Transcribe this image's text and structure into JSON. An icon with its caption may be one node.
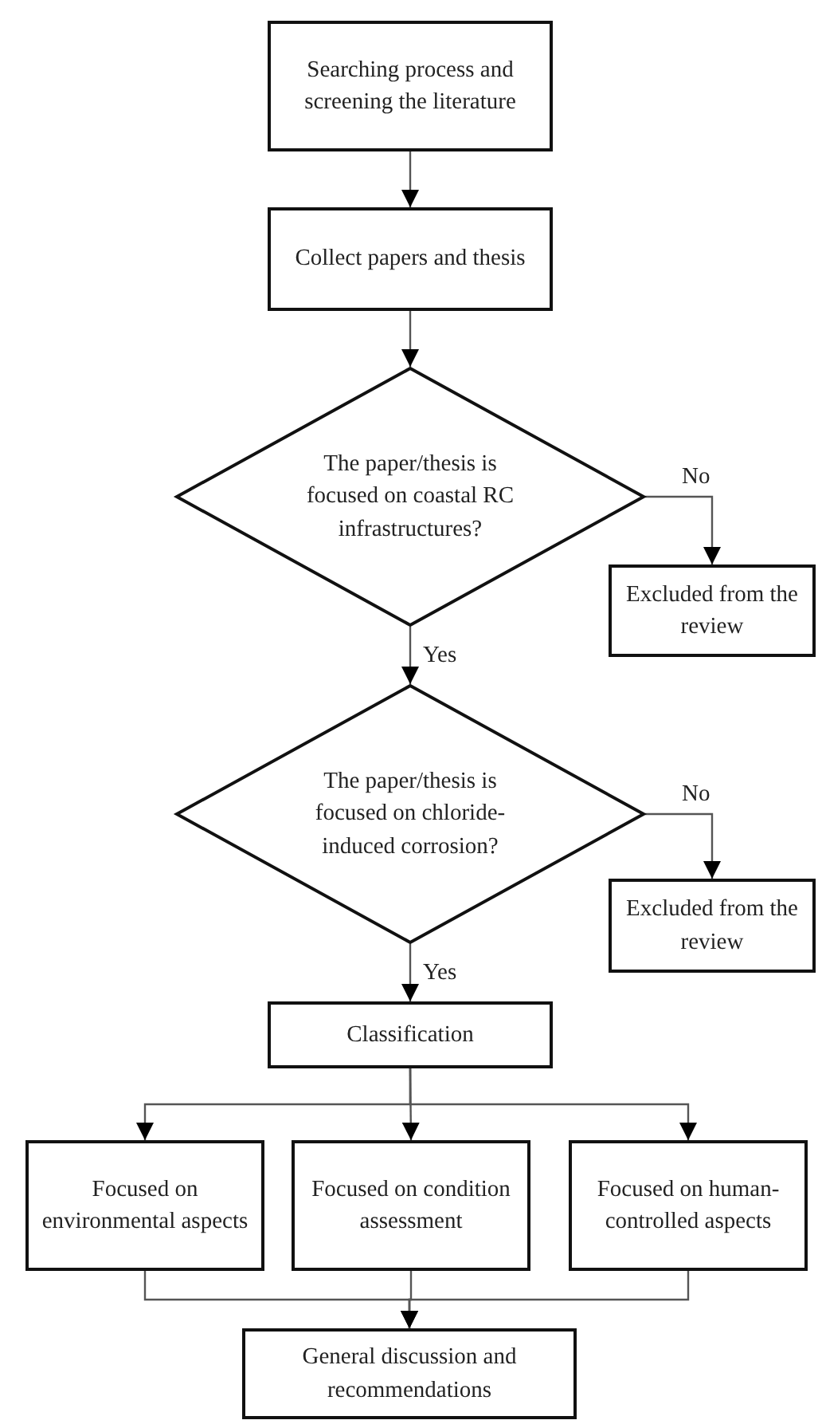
{
  "diagram": {
    "nodes": [
      {
        "text": [
          "Searching process and screening the literature"
        ]
      },
      {
        "text": [
          "Collect papers and thesis"
        ]
      },
      {
        "text": [
          "The paper/thesis is focused on coastal RC infrastructures?"
        ]
      },
      {
        "text": [
          "Excluded from the review"
        ]
      },
      {
        "text": [
          "The paper/thesis is focused on chloride-induced corrosion?"
        ]
      },
      {
        "text": [
          "Excluded from the review"
        ]
      },
      {
        "text": [
          "Classification"
        ]
      },
      {
        "text": [
          "Focused on environmental aspects"
        ]
      },
      {
        "text": [
          "Focused on condition assessment"
        ]
      },
      {
        "text": [
          "Focused on human-controlled aspects"
        ]
      },
      {
        "text": [
          "General discussion and recommendations"
        ]
      }
    ],
    "edges": [
      {
        "from": 0,
        "to": 1,
        "arrow": "to"
      },
      {
        "from": 1,
        "to": 2,
        "arrow": "to"
      },
      {
        "from": 2,
        "to": 3,
        "arrow": "to",
        "label": "No"
      },
      {
        "from": 2,
        "to": 4,
        "arrow": "to",
        "label": "Yes"
      },
      {
        "from": 4,
        "to": 5,
        "arrow": "to",
        "label": "No"
      },
      {
        "from": 4,
        "to": 6,
        "arrow": "to",
        "label": "Yes"
      },
      {
        "from": 6,
        "to": 7,
        "arrow": "to"
      },
      {
        "from": 6,
        "to": 8,
        "arrow": "to"
      },
      {
        "from": 6,
        "to": 9,
        "arrow": "to"
      },
      {
        "from": 7,
        "to": 10,
        "arrow": "to"
      },
      {
        "from": 8,
        "to": 10,
        "arrow": "to"
      },
      {
        "from": 9,
        "to": 10,
        "arrow": "to"
      }
    ]
  }
}
